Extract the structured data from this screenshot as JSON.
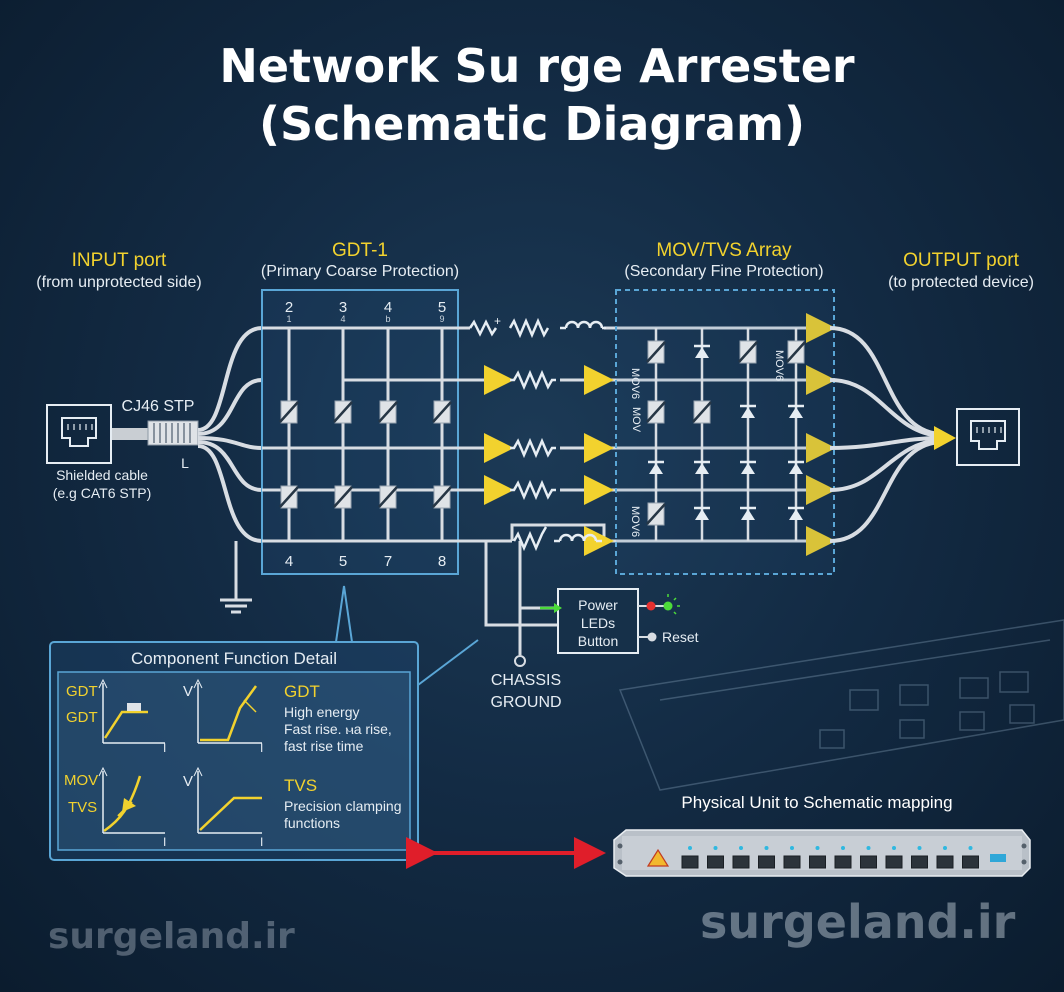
{
  "title": {
    "line1": "Network Su rge Arrester",
    "line2": "(Schematic Diagram)"
  },
  "input_port": {
    "label": "INPUT port",
    "sub": "(from unprotected side)"
  },
  "connector": {
    "label": "CJ46 STP",
    "pin_label": "L"
  },
  "cable": {
    "line1": "Shielded cable",
    "line2": "(e.g CAT6 STP)"
  },
  "gdt": {
    "label": "GDT-1",
    "sub": "(Primary Coarse Protection)",
    "top_pins": [
      "2",
      "3",
      "4",
      "5"
    ],
    "top_subs": [
      "1",
      "4",
      "b",
      "9"
    ],
    "bottom_pins": [
      "4",
      "5",
      "7",
      "8"
    ]
  },
  "mov": {
    "label": "MOV/TVS Array",
    "sub": "(Secondary Fine Protection)",
    "tags": [
      "MOV6",
      "MOV6",
      "MOV",
      "MOV6"
    ]
  },
  "output_port": {
    "label": "OUTPUT port",
    "sub": "(to protected device)"
  },
  "plus_sign": "+",
  "power_box": {
    "line1": "Power",
    "line2": "LEDs",
    "line3": "Button",
    "reset": "Reset"
  },
  "chassis": {
    "line1": "CHASSIS",
    "line2": "GROUND"
  },
  "detail": {
    "title": "Component Function Detail",
    "g1_y1": "GDT",
    "g1_y2": "GDT",
    "g1_xi": "I",
    "g2_v": "V",
    "g2_xi": "I",
    "gdt_head": "GDT",
    "gdt_l1": "High energy",
    "gdt_l2": "Fast rise. ⲙa rise,",
    "gdt_l3": "fast rise time",
    "g3_y1": "MOV",
    "g3_y2": "TVS",
    "g3_xi": "I",
    "g4_v": "V",
    "g4_xi": "I",
    "tvs_head": "TVS",
    "tvs_l1": "Precision clamping",
    "tvs_l2": "functions"
  },
  "mapping": {
    "label": "Physical Unit to Schematic mapping"
  },
  "watermarks": [
    "surgeland.ir",
    "surgeland.ir"
  ],
  "colors": {
    "accent_yellow": "#f2d22e",
    "line": "#d8dde3",
    "panel_border": "#5aa6d6",
    "arrow_red": "#e01e2a",
    "led_red": "#e53030",
    "led_green": "#4cdb3a"
  }
}
